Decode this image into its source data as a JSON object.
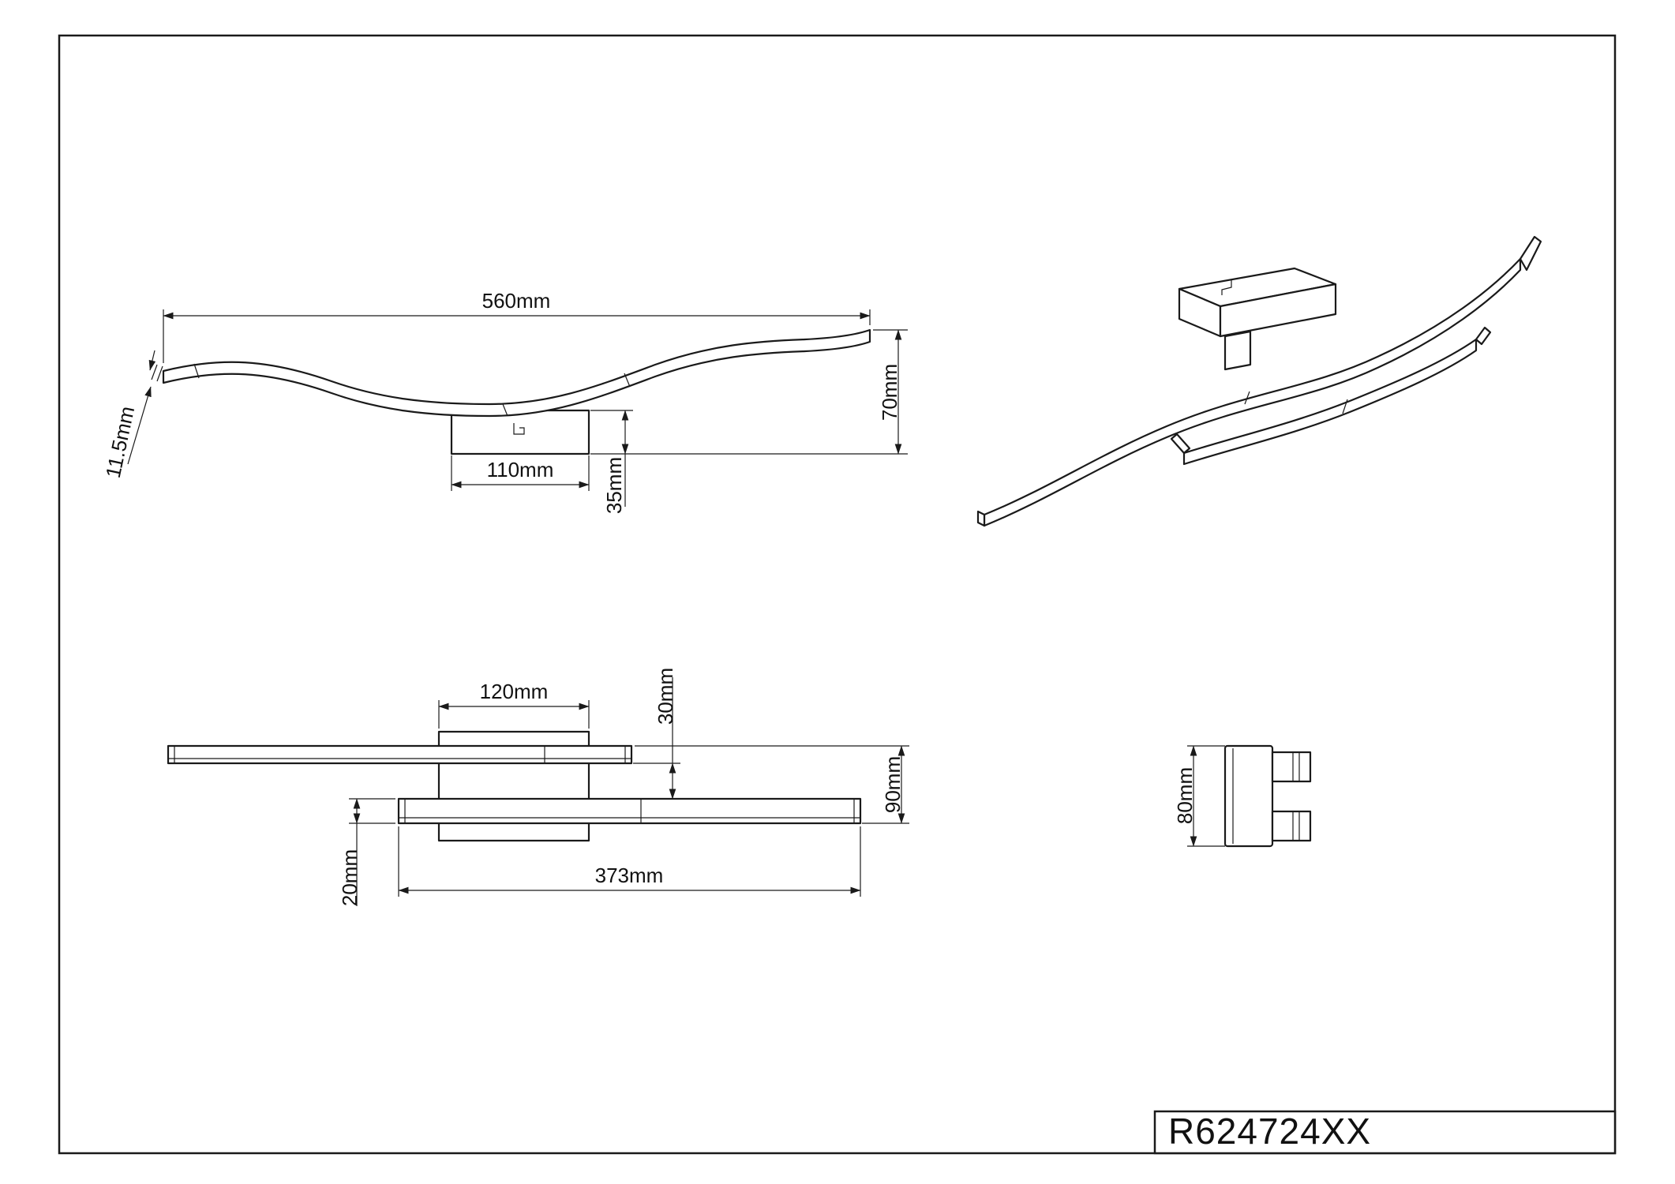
{
  "sheet": {
    "background": "#ffffff",
    "ink_color": "#1a1a1a"
  },
  "title_block": {
    "part_number": "R624724XX"
  },
  "side_view": {
    "length": "560mm",
    "profile_thickness": "11.5mm",
    "overall_height": "70mm",
    "canopy_length": "110mm",
    "canopy_height": "35mm"
  },
  "plan_view": {
    "canopy_width": "120mm",
    "bar_offset": "30mm",
    "overall_width": "90mm",
    "bar_width": "20mm",
    "bar_length": "373mm"
  },
  "end_view": {
    "overall_depth": "80mm"
  }
}
